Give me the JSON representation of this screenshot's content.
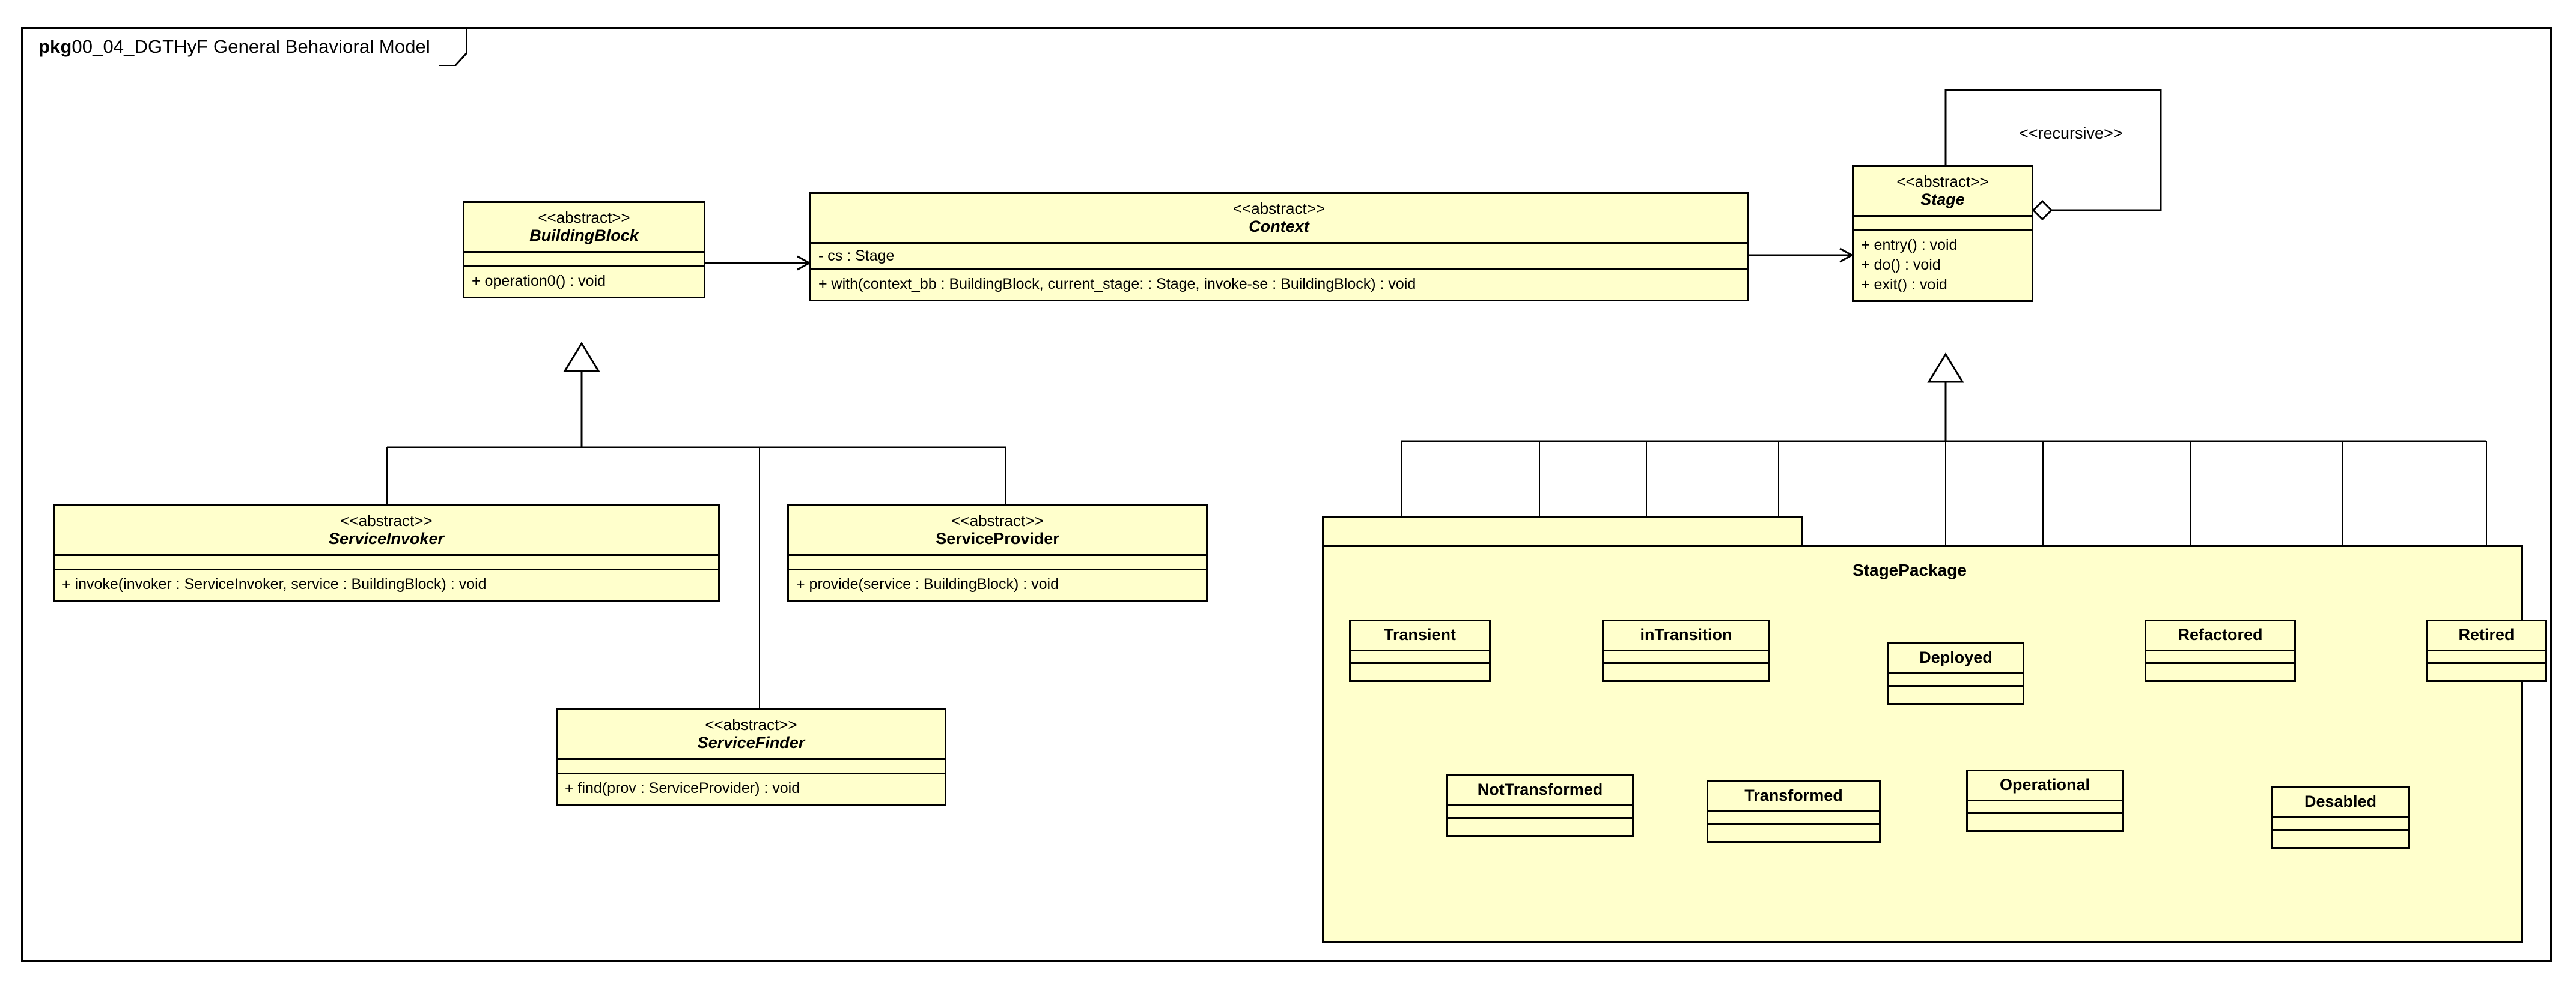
{
  "frame": {
    "tab_keyword": "pkg",
    "tab_title": "00_04_DGTHyF General Behavioral Model"
  },
  "colors": {
    "class_fill": "#FFFFCC",
    "package_fill": "#FFFFCC",
    "line": "#000000",
    "background": "#FFFFFF"
  },
  "classes": {
    "building_block": {
      "stereotype": "<<abstract>>",
      "name": "BuildingBlock",
      "attributes": [],
      "operations": [
        "+ operation0() : void"
      ]
    },
    "context": {
      "stereotype": "<<abstract>>",
      "name": "Context",
      "attributes": [
        "- cs : Stage"
      ],
      "operations": [
        "+ with(context_bb : BuildingBlock, current_stage:  : Stage, invoke-se : BuildingBlock) : void"
      ]
    },
    "stage": {
      "stereotype": "<<abstract>>",
      "name": "Stage",
      "attributes": [],
      "operations": [
        "+ entry() : void",
        "+ do() : void",
        "+ exit() : void"
      ]
    },
    "service_invoker": {
      "stereotype": "<<abstract>>",
      "name": "ServiceInvoker",
      "attributes": [],
      "operations": [
        "+ invoke(invoker : ServiceInvoker, service : BuildingBlock) : void"
      ]
    },
    "service_provider": {
      "stereotype": "<<abstract>>",
      "name": "ServiceProvider",
      "attributes": [],
      "operations": [
        "+ provide(service : BuildingBlock) : void"
      ]
    },
    "service_finder": {
      "stereotype": "<<abstract>>",
      "name": "ServiceFinder",
      "attributes": [],
      "operations": [
        "+ find(prov : ServiceProvider) : void"
      ]
    }
  },
  "stage_package": {
    "label": "StagePackage",
    "members": [
      {
        "name": "Transient"
      },
      {
        "name": "inTransition"
      },
      {
        "name": "Deployed"
      },
      {
        "name": "Refactored"
      },
      {
        "name": "Retired"
      },
      {
        "name": "NotTransformed"
      },
      {
        "name": "Transformed"
      },
      {
        "name": "Operational"
      },
      {
        "name": "Desabled"
      }
    ]
  },
  "edges": {
    "recursive_label": "<<recursive>>",
    "relations": [
      {
        "from": "BuildingBlock",
        "to": "Context",
        "type": "directed-association"
      },
      {
        "from": "Context",
        "to": "Stage",
        "type": "directed-association"
      },
      {
        "from": "Stage",
        "to": "Stage",
        "type": "aggregation",
        "label": "<<recursive>>"
      },
      {
        "from": "ServiceInvoker",
        "to": "BuildingBlock",
        "type": "generalization"
      },
      {
        "from": "ServiceProvider",
        "to": "BuildingBlock",
        "type": "generalization"
      },
      {
        "from": "ServiceFinder",
        "to": "BuildingBlock",
        "type": "generalization"
      },
      {
        "from": "Transient",
        "to": "Stage",
        "type": "generalization"
      },
      {
        "from": "NotTransformed",
        "to": "Stage",
        "type": "generalization"
      },
      {
        "from": "inTransition",
        "to": "Stage",
        "type": "generalization"
      },
      {
        "from": "Transformed",
        "to": "Stage",
        "type": "generalization"
      },
      {
        "from": "Deployed",
        "to": "Stage",
        "type": "generalization"
      },
      {
        "from": "Operational",
        "to": "Stage",
        "type": "generalization"
      },
      {
        "from": "Refactored",
        "to": "Stage",
        "type": "generalization"
      },
      {
        "from": "Desabled",
        "to": "Stage",
        "type": "generalization"
      },
      {
        "from": "Retired",
        "to": "Stage",
        "type": "generalization"
      }
    ]
  }
}
